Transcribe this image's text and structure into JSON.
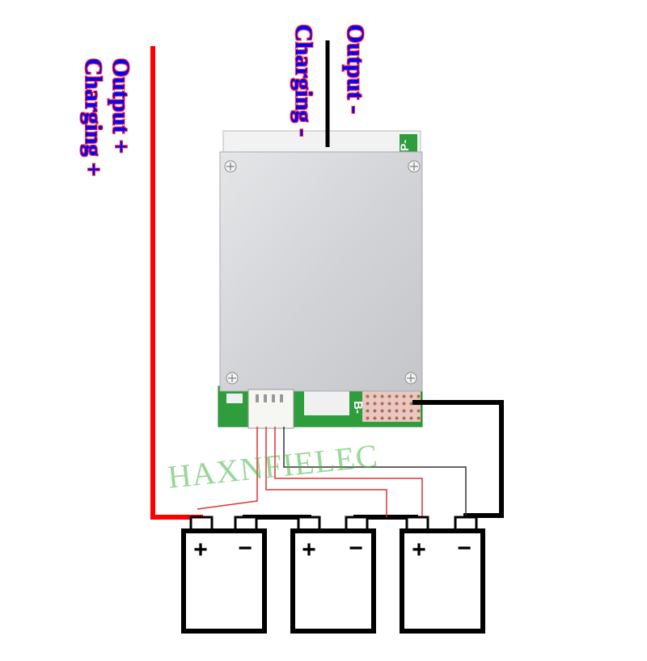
{
  "labels": {
    "output_plus": "Output +",
    "charging_plus": "Charging +",
    "output_minus": "Output -",
    "charging_minus": "Charging -",
    "p_minus": "P-",
    "b_minus": "B-",
    "watermark": "HAXNFIELEC"
  },
  "batteries": [
    {
      "plus": "+",
      "minus": "−"
    },
    {
      "plus": "+",
      "minus": "−"
    },
    {
      "plus": "+",
      "minus": "−"
    }
  ],
  "colors": {
    "positive_wire": "#ff0000",
    "negative_wire": "#000000",
    "balance_wire_red": "#e03030",
    "balance_wire_black": "#333333",
    "label_text": "#0000ff",
    "label_outline": "#ff2a2a",
    "pcb_green": "#2e9e3c",
    "heatsink": "#d6d8db"
  }
}
